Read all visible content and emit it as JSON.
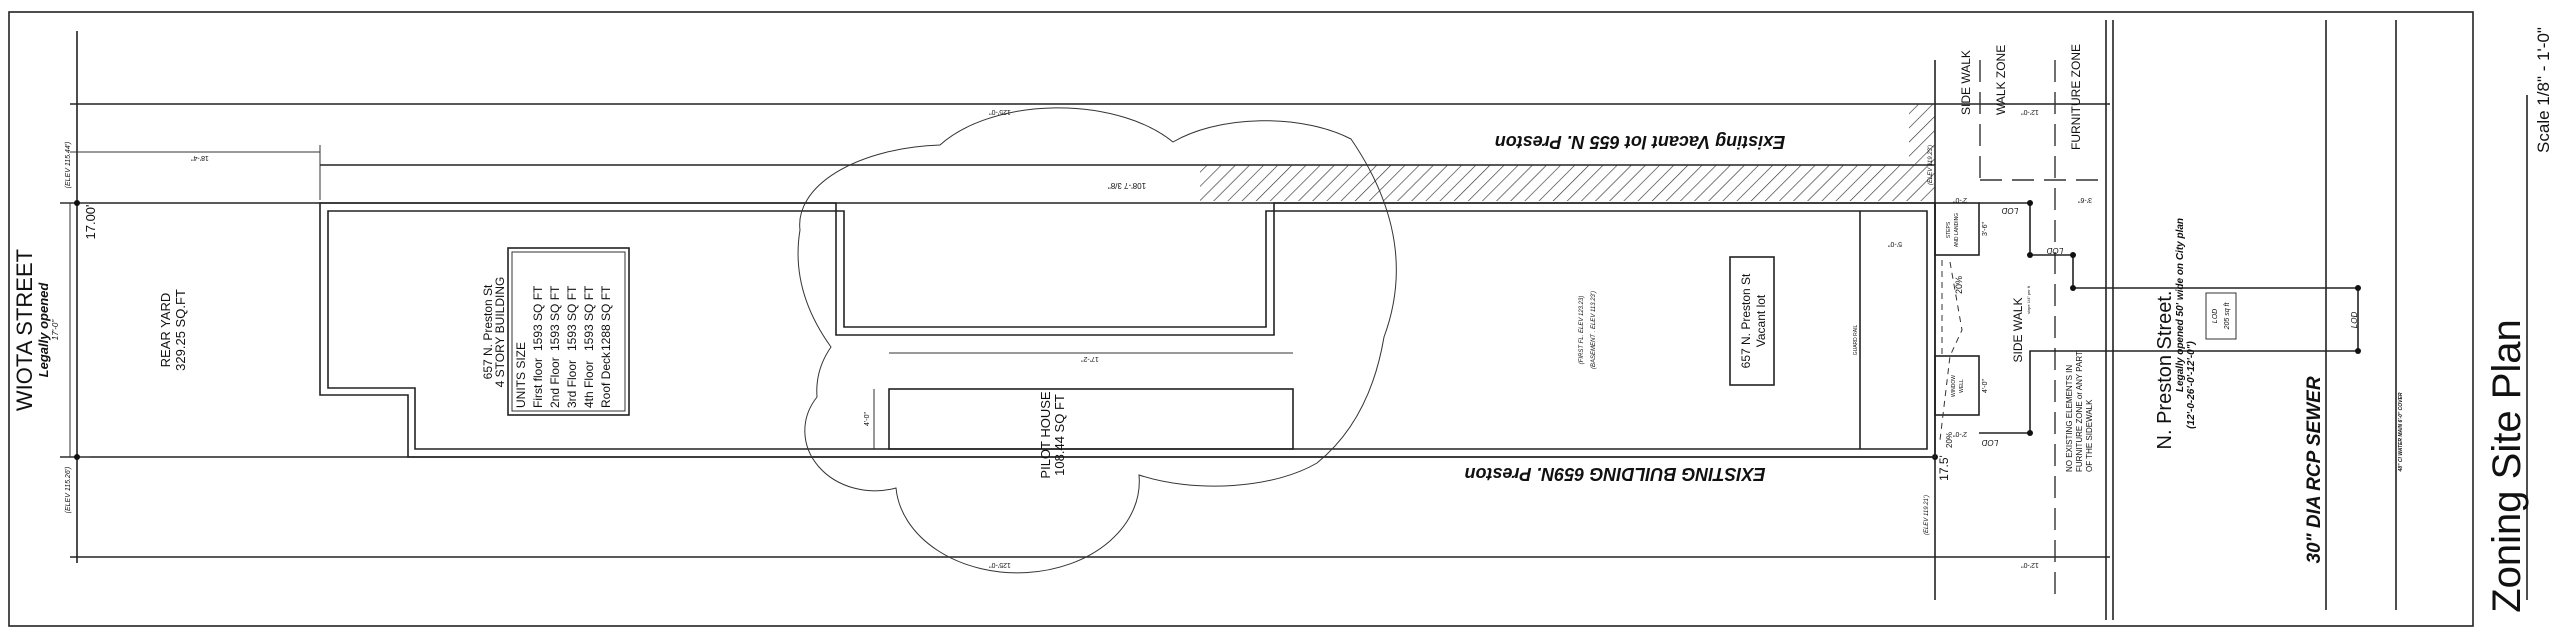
{
  "title_block": {
    "title": "Zoning  Site Plan",
    "scale": "Scale 1/8\" - 1'-0\""
  },
  "streets": {
    "wiota": {
      "name": "WIOTA STREET",
      "status": "Legally opened",
      "width": "17'-0\""
    },
    "preston": {
      "name": "N. Preston Street.",
      "status": "Legally opened 50' wide on City plan",
      "breakdown": "(12'-0-26'-0'-12'-0\")"
    },
    "sewer": "30\" DIA   RCP   SEWER",
    "water": "48\" CI  WATER MAIN 6'-0\" COVER"
  },
  "lots": {
    "rear_yard": {
      "label": "REAR YARD",
      "area": "329.25 SQ.FT"
    },
    "building": {
      "address": "657 N. Preston St",
      "type": "4 STORY BUILDING"
    },
    "units": {
      "header": "UNITS SIZE",
      "rows": [
        {
          "floor": "First floor",
          "size": "1593 SQ FT"
        },
        {
          "floor": "2nd Floor",
          "size": "1593 SQ FT"
        },
        {
          "floor": "3rd Floor",
          "size": "1593 SQ FT"
        },
        {
          "floor": "4th Floor",
          "size": "1593 SQ FT"
        },
        {
          "floor": "Roof Deck",
          "size": "1288 SQ FT"
        }
      ]
    },
    "pilot_house": {
      "label": "PILOT HOUSE",
      "area": "108.44 SQ FT"
    },
    "vacant_lot": {
      "line1": "657 N. Preston St",
      "line2": "Vacant lot"
    },
    "neighbor_north": "Existing Vacant lot  655 N. Preston",
    "neighbor_south": "EXISTING BUILDING  659N. Preston",
    "first_floor_elev": "(FIRST FL. ELEV 123.23)",
    "basement_elev": "(BASEMENT . ELEV 113.23')",
    "guard_rail": "GUARD RAIL"
  },
  "elevations": {
    "nw": "(ELEV 115.44')",
    "sw": "(ELEV 115.26')",
    "ne": "(ELEV 119.23')",
    "se": "(ELEV 119.21')"
  },
  "dimensions": {
    "top_length": "125'-0\"",
    "bottom_length": "125'-0\"",
    "lot_width_left": "17.00'",
    "lot_width_right": "17.5'",
    "rear_offset": "18'-4\"",
    "building_length": "108'-7 3/8\"",
    "pilot_length": "17'-2\"",
    "pilot_width": "4'-0\"",
    "guard_offset": "5'-0\"",
    "steps_proj": "2'-0\"",
    "steps_len": "3'-6\"",
    "well_proj": "2'-0\"",
    "well_len": "4'-0\"",
    "sidewalk_top": "12'-0\"",
    "sidewalk_bottom": "12'-0\"",
    "furniture": "3'-6\"",
    "slope": "20%",
    "slope2": "20%"
  },
  "sidewalk": {
    "side_walk": "SIDE WALK",
    "walk_zone": "WALK ZONE",
    "furniture_zone": "FURNITURE ZONE",
    "steps": "STEPS",
    "landing": "AND LANDING",
    "window": "WINDOW",
    "well": "WELL",
    "sidewalk_label": "SIDE WALK",
    "sidewalk_slope": "slope 1/4\" per ft",
    "note1": "NO EXISTING ELEMENTS IN",
    "note2": "FURNITURE ZONE or ANY PART",
    "note3": "OF THE SIDEWALK"
  },
  "lod": {
    "label": "LOD",
    "box_label": "LOD",
    "box_area": "205 sq ft"
  }
}
